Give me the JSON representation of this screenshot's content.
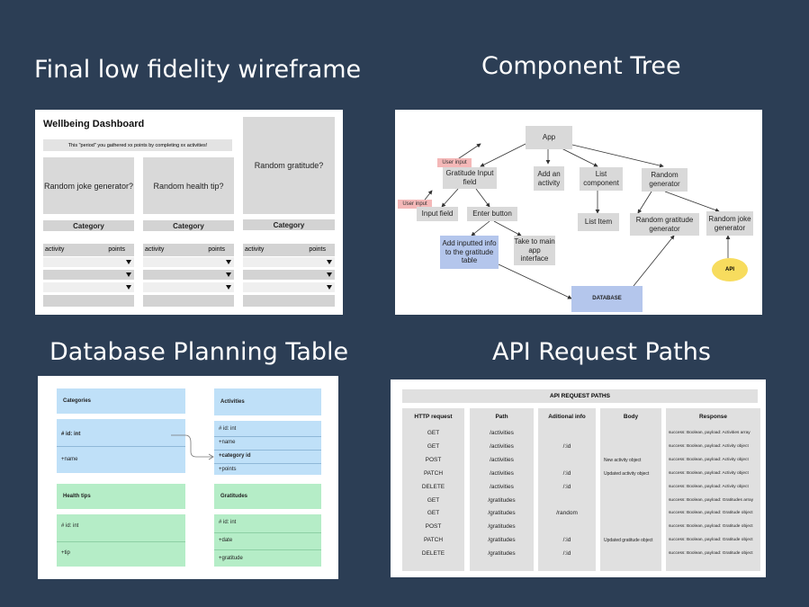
{
  "titles": {
    "wireframe": "Final low fidelity wireframe",
    "tree": "Component Tree",
    "db": "Database Planning Table",
    "api": "API Request Paths"
  },
  "wireframe": {
    "heading": "Wellbeing Dashboard",
    "banner": "This \"period\" you gathered xx points by completing xx activities!",
    "cards": [
      "Random joke generator?",
      "Random health tip?",
      "Random gratitude?"
    ],
    "category": "Category",
    "col_activity": "activity",
    "col_points": "points"
  },
  "tree": {
    "app": "App",
    "gratitude_input": "Gratitude Input field",
    "add_activity": "Add an activity",
    "list_component": "List component",
    "random_generator": "Random generator",
    "user_input_1": "User input",
    "user_input_2": "User input",
    "input_field": "Input field",
    "enter_button": "Enter button",
    "list_item": "List Item",
    "random_gratitude": "Random gratitude generator",
    "random_joke": "Random joke generator",
    "add_inputted": "Add inputted info to the gratitude table",
    "take_to_main": "Take to main app interface",
    "api": "API",
    "database": "DATABASE"
  },
  "db": {
    "categories": {
      "title": "Categories",
      "fields": [
        "# id: int",
        "+name"
      ]
    },
    "activities": {
      "title": "Activities",
      "fields": [
        "# id: int",
        "+name",
        "+category id",
        "+points"
      ]
    },
    "health_tips": {
      "title": "Health tips",
      "fields": [
        "# id: int",
        "+tip"
      ]
    },
    "gratitudes": {
      "title": "Gratitudes",
      "fields": [
        "# id: int",
        "+date",
        "+gratitude"
      ]
    }
  },
  "api": {
    "title": "API REQUEST PATHS",
    "headers": [
      "HTTP request",
      "Path",
      "Aditional info",
      "Body",
      "Response"
    ],
    "rows": [
      [
        "GET",
        "/activities",
        "",
        "",
        "success: Boolean, payload: Activities array"
      ],
      [
        "GET",
        "/activities",
        "/:id",
        "",
        "success: Boolean, payload: Activity object"
      ],
      [
        "POST",
        "/activities",
        "",
        "New activity object",
        "success: Boolean, payload: Activity object"
      ],
      [
        "PATCH",
        "/activities",
        "/:id",
        "Updated activity object",
        "success: Boolean, payload: Activity object"
      ],
      [
        "DELETE",
        "/activities",
        "/:id",
        "",
        "success: Boolean, payload: Activity object"
      ],
      [
        "GET",
        "/gratitudes",
        "",
        "",
        "success: Boolean, payload: Gratitudes array"
      ],
      [
        "GET",
        "/gratitudes",
        "/random",
        "",
        "success: Boolean, payload: Gratitude object"
      ],
      [
        "POST",
        "/gratitudes",
        "",
        "",
        "success: Boolean, payload: Gratitude object"
      ],
      [
        "PATCH",
        "/gratitudes",
        "/:id",
        "Updated gratitude object",
        "success: Boolean, payload: Gratitude object"
      ],
      [
        "DELETE",
        "/gratitudes",
        "/:id",
        "",
        "success: Boolean, payload: Gratitude object"
      ]
    ]
  },
  "colors": {
    "background": "#2c3e55",
    "light_blue": "#bfe0f8",
    "light_green": "#b5edc7",
    "node_blue": "#b4c6ec",
    "user_input_pink": "#f4b8b8",
    "api_yellow": "#f7dc5e"
  }
}
